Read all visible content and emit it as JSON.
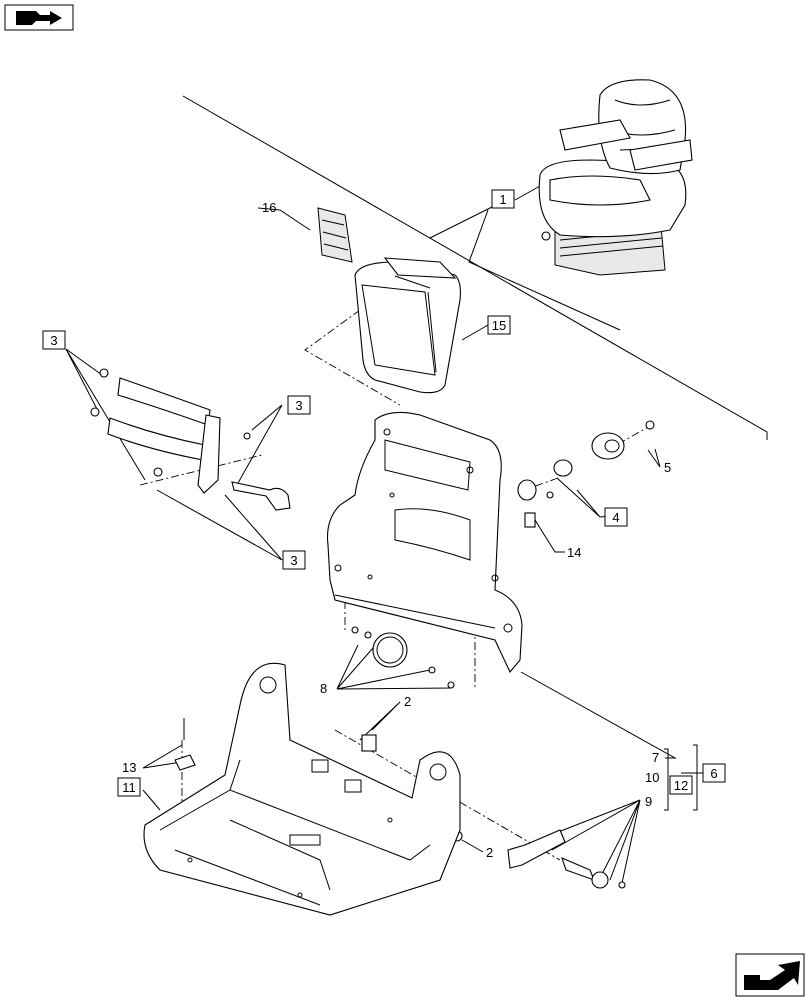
{
  "callouts": {
    "c1": "1",
    "c2a": "2",
    "c2b": "2",
    "c3a": "3",
    "c3b": "3",
    "c3c": "3",
    "c4": "4",
    "c5": "5",
    "c6": "6",
    "c7": "7",
    "c8": "8",
    "c9": "9",
    "c10": "10",
    "c11": "11",
    "c12": "12",
    "c13": "13",
    "c14": "14",
    "c15": "15",
    "c16": "16"
  },
  "icons": {
    "top_left": "book-arrow-icon",
    "bottom_right": "navigate-arrow-icon"
  }
}
